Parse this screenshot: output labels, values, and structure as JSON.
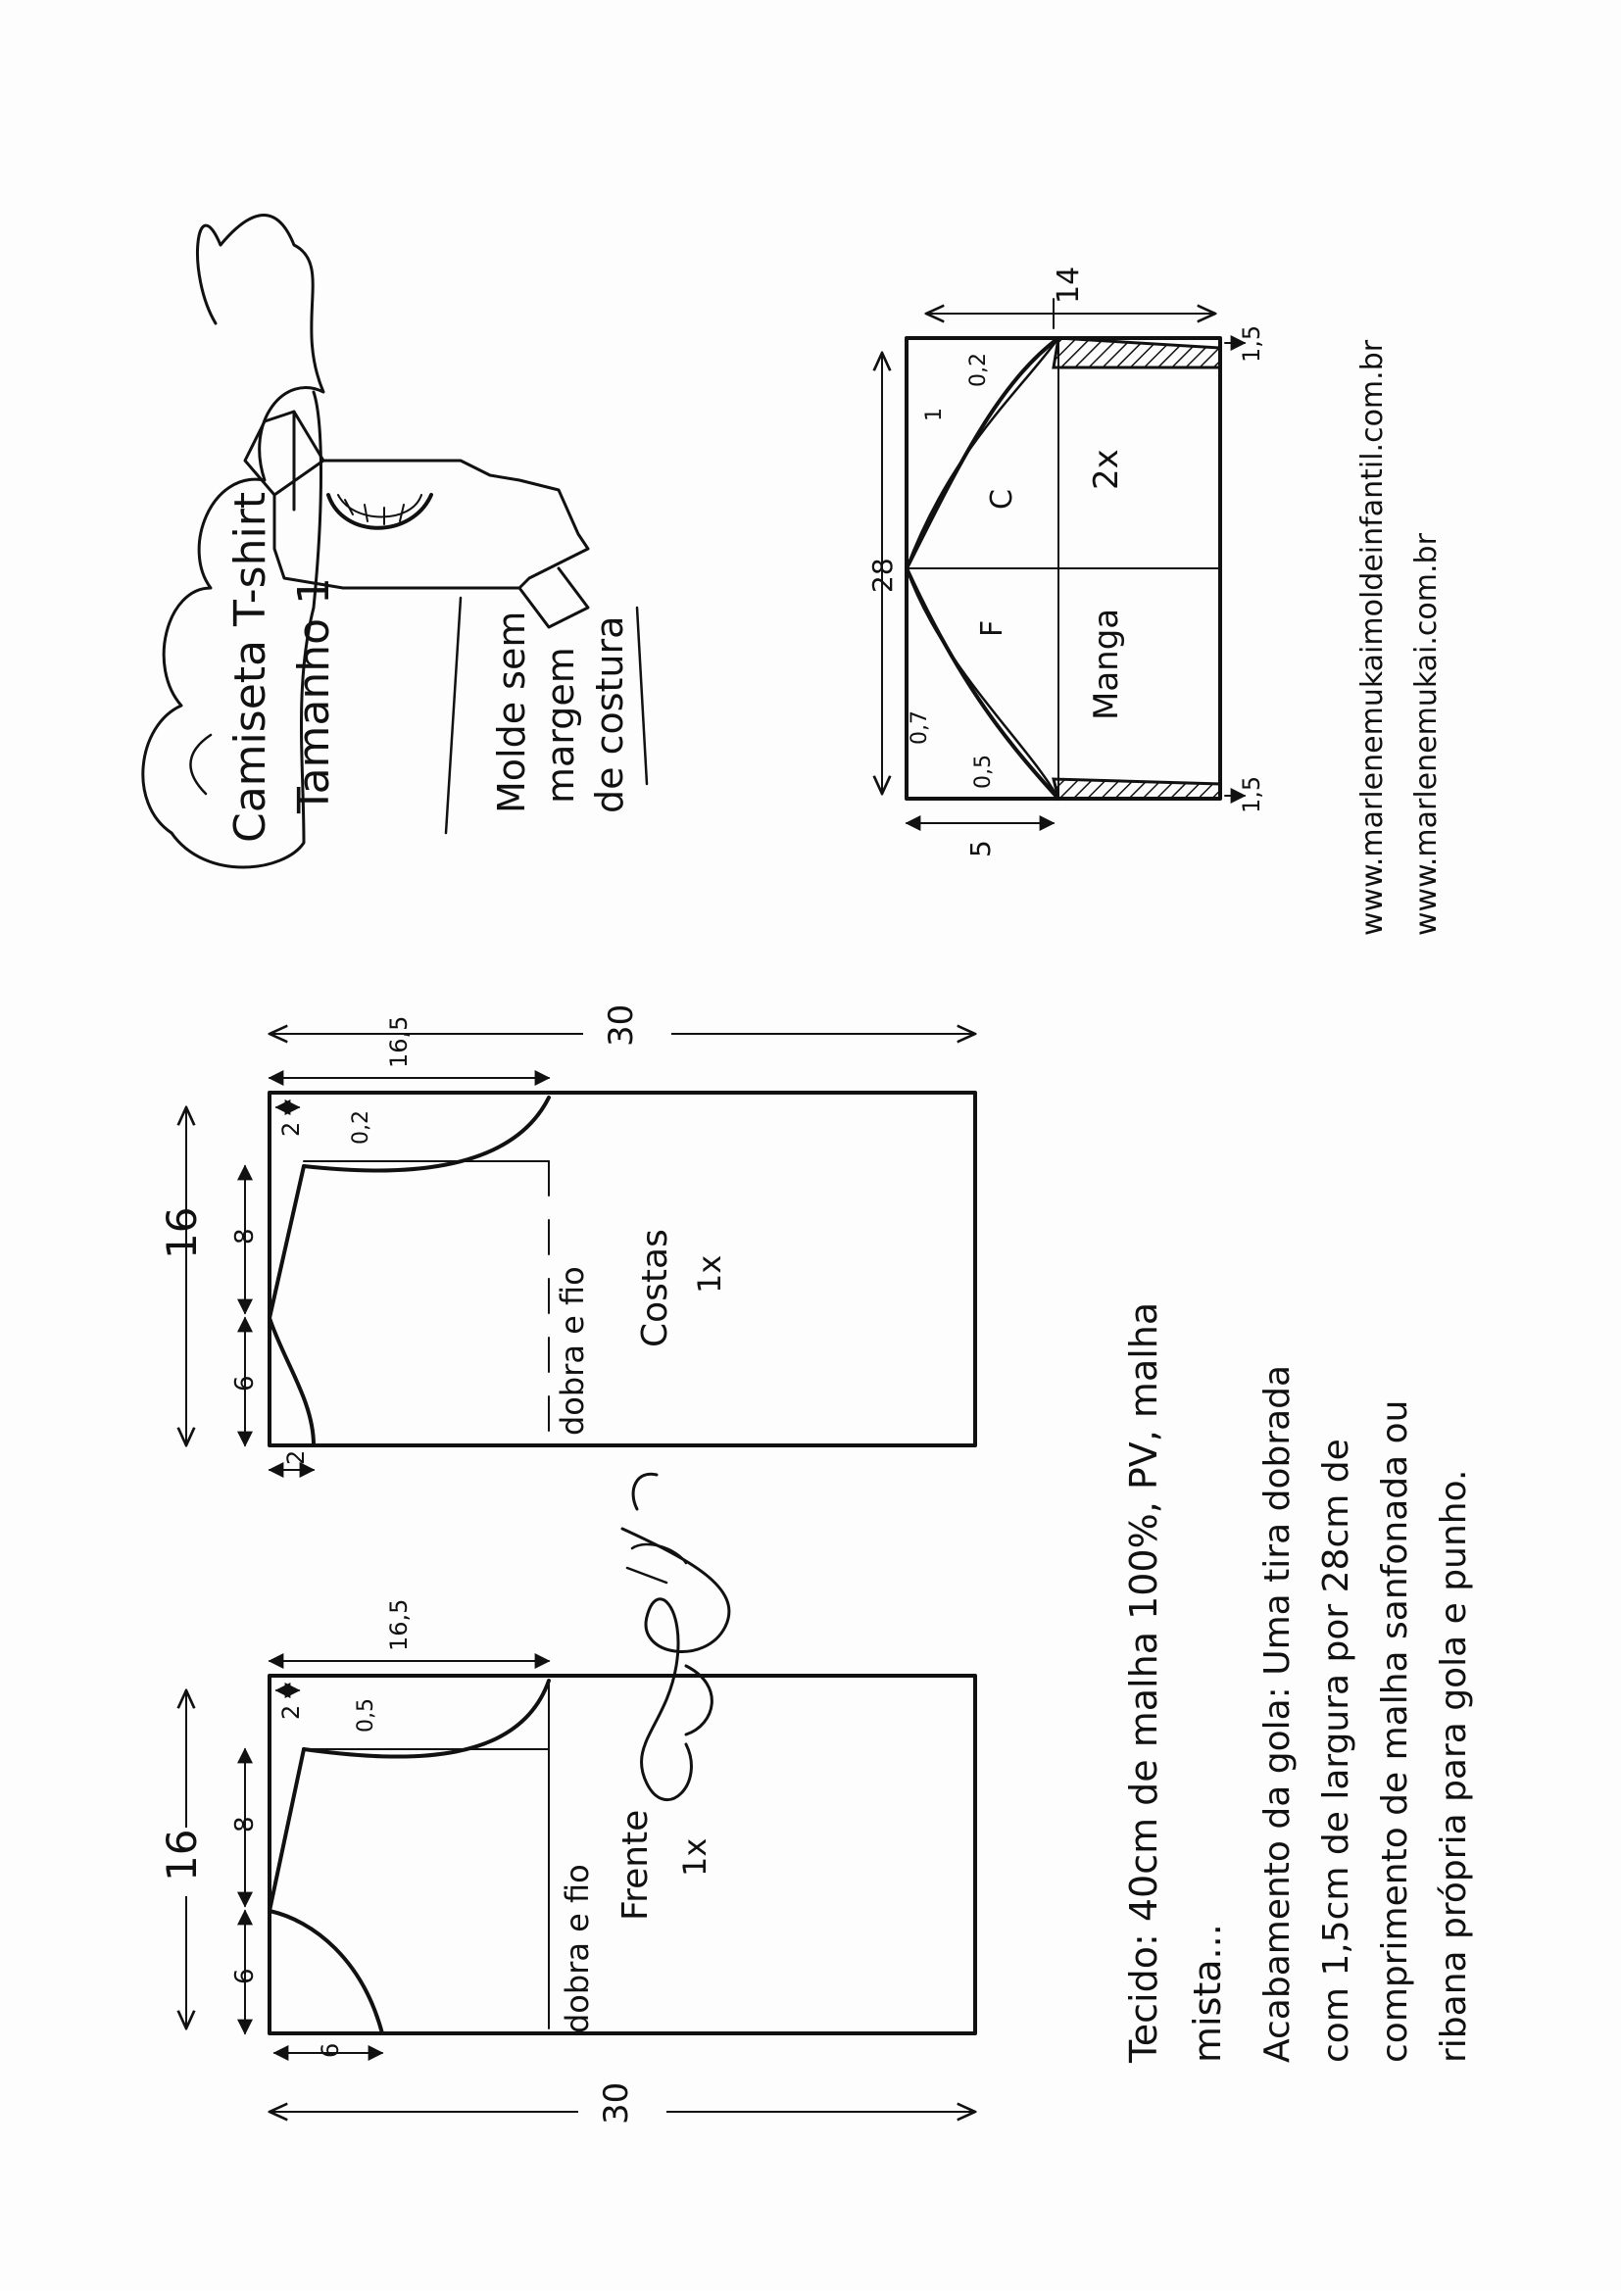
{
  "title": {
    "line1": "Camiseta T-shirt",
    "line2": "Tamanho 1"
  },
  "note": {
    "line1": "Molde sem",
    "line2": "margem",
    "line3": "de costura"
  },
  "websites": {
    "line1": "www.marlenemukaimoldeinfantil.com.br",
    "line2": "www.marlenemukai.com.br"
  },
  "sleeve": {
    "label": "Manga",
    "count": "2x",
    "front_letter": "F",
    "back_letter": "C",
    "width": "28",
    "top_cap": "14",
    "side_height": "5",
    "hem_left": "1,5",
    "hem_right": "1,5",
    "curve_front_inner": "0,5",
    "curve_front_outer": "0,7",
    "curve_back_inner": "1",
    "curve_back_outer": "0,2"
  },
  "back_piece": {
    "name": "Costas",
    "count": "1x",
    "fold_label": "dobra e fio",
    "width": "16",
    "neck_width": "6",
    "shoulder": "8",
    "neck_drop": "2",
    "shoulder_drop": "2",
    "armhole_depth": "16,5",
    "armhole_curve": "0,2",
    "length": "30"
  },
  "front_piece": {
    "name": "Frente",
    "count": "1x",
    "fold_label": "dobra e fio",
    "width": "16",
    "neck_width": "6",
    "neck_drop": "6",
    "shoulder": "8",
    "shoulder_drop": "2",
    "armhole_depth": "16,5",
    "armhole_curve": "0,5",
    "length": "30"
  },
  "fabric_text": {
    "line1": "Tecido: 40cm de malha 100%, PV, malha",
    "line2": "mista..."
  },
  "finish_text": {
    "line1": "Acabamento da gola: Uma tira dobrada",
    "line2": "com 1,5cm de largura por 28cm de",
    "line3": "comprimento de malha sanfonada ou",
    "line4": "ribana própria para gola e punho."
  }
}
